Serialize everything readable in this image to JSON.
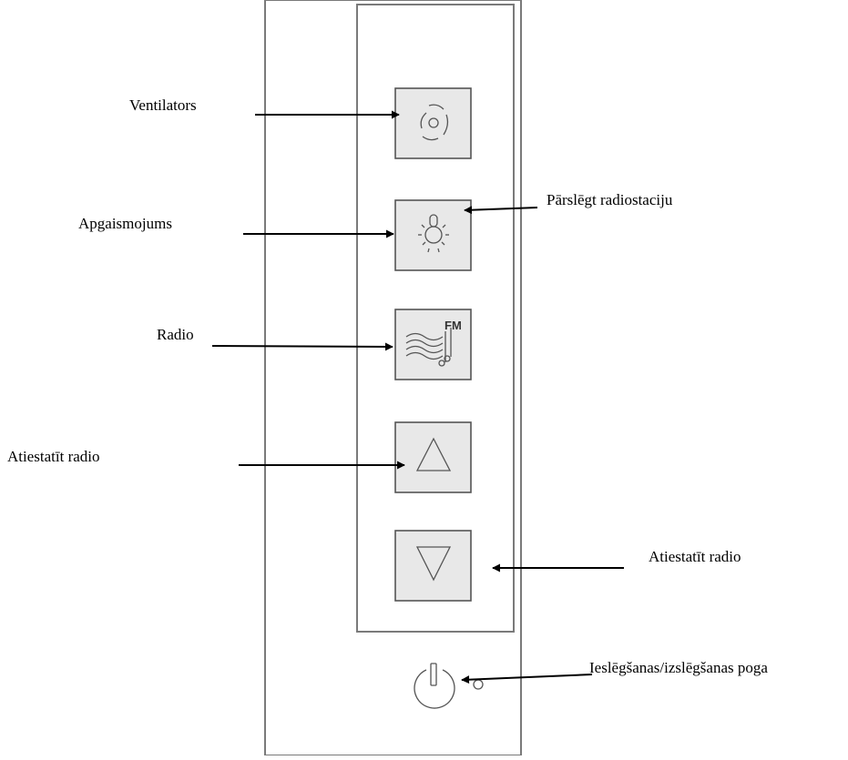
{
  "labels": {
    "fan": "Ventilators",
    "lighting": "Apgaismojums",
    "switch_station": "Pārslēgt radiostaciju",
    "radio": "Radio",
    "reset_radio_up": "Atiestatīt radio",
    "reset_radio_down": "Atiestatīt radio",
    "power_button": "Ieslēgšanas/izslēgšanas poga"
  },
  "fm_badge": "FM",
  "icons": [
    "fan-icon",
    "light-bulb-icon",
    "fm-radio-icon",
    "triangle-up-icon",
    "triangle-down-icon",
    "power-icon"
  ]
}
